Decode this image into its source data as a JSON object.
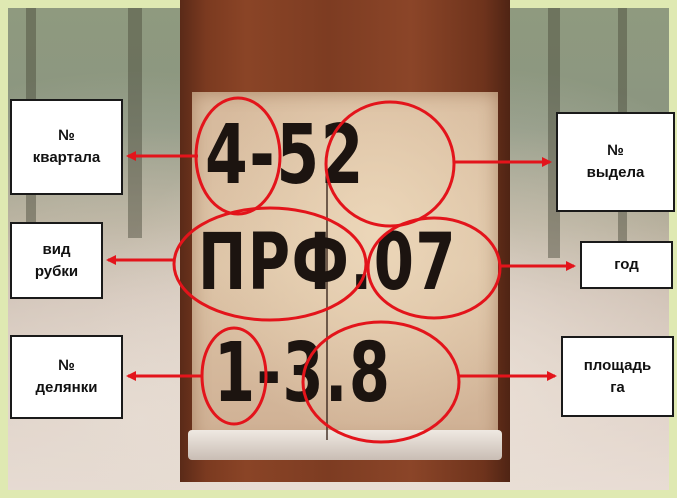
{
  "labels": {
    "kvartal": "№\nквартала",
    "vid_rubki": "вид\nрубки",
    "delyanka": "№\nделянки",
    "videl": "№\nвыдела",
    "god": "год",
    "ploshad": "площадь\nга"
  },
  "marks": {
    "line1": "4-52",
    "line2": "ПРФ.07",
    "line3": "1-3.8"
  },
  "colors": {
    "annotation": "#e3141b",
    "frame": "#dfe9b2"
  }
}
